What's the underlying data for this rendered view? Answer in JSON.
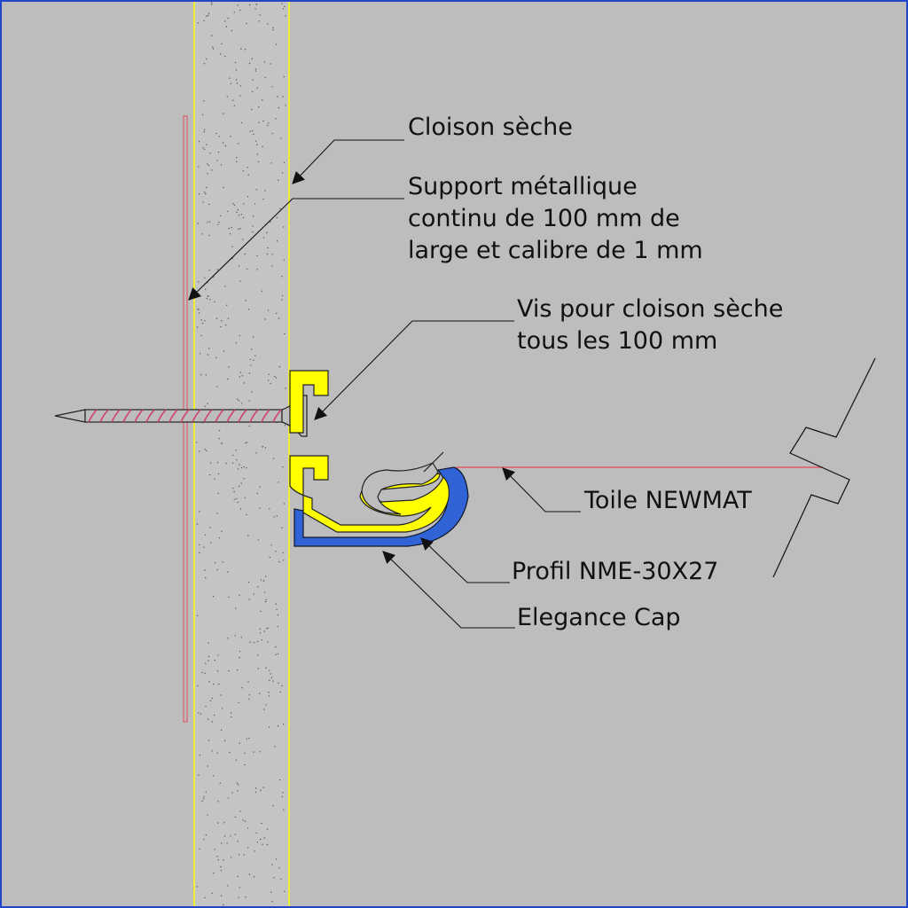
{
  "diagram": {
    "labels": {
      "cloison": [
        "Cloison sèche"
      ],
      "support": [
        "Support métallique",
        "continu de 100 mm de",
        "large et calibre de 1 mm"
      ],
      "vis": [
        "Vis pour cloison sèche",
        "tous les 100 mm"
      ],
      "toile": [
        "Toile NEWMAT"
      ],
      "profil": [
        "Profil NME-30X27"
      ],
      "cap": [
        "Elegance Cap"
      ]
    },
    "colors": {
      "background": "#bdbdbd",
      "wall": "#c4c4c4",
      "wall_edge": "#ffff00",
      "support_line": "#e34a5a",
      "profile": "#ffff00",
      "cap": "#2f63d6",
      "screw_thread": "#d0406a",
      "toile": "#e34a5a",
      "leader": "#111111",
      "frame": "#2545c8"
    }
  }
}
